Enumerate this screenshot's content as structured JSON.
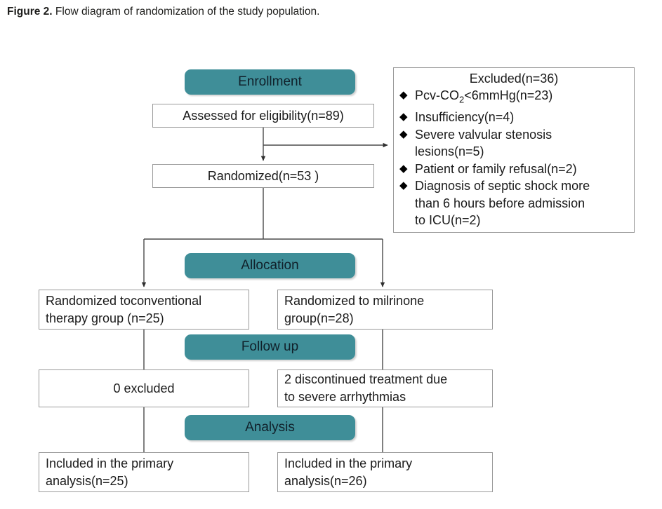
{
  "caption": {
    "label": "Figure 2.",
    "text": " Flow diagram of randomization of the study population."
  },
  "colors": {
    "stage_bar": "#3f8e98",
    "box_border": "#9a9a9a",
    "text": "#1a1a1a",
    "connector": "#404040"
  },
  "stages": [
    {
      "name": "enrollment",
      "label": "Enrollment"
    },
    {
      "name": "allocation",
      "label": "Allocation"
    },
    {
      "name": "follow-up",
      "label": "Follow up"
    },
    {
      "name": "analysis",
      "label": "Analysis"
    }
  ],
  "nodes": {
    "assessed": "Assessed for eligibility(n=89)",
    "randomized": "Randomized(n=53 )",
    "alloc_left": "Randomized toconventional\ntherapy group (n=25)",
    "alloc_right": "Randomized to milrinone\ngroup(n=28)",
    "follow_left": "0 excluded",
    "follow_right": "2 discontinued treatment due\nto severe arrhythmias",
    "analysis_left": "Included in the primary\nanalysis(n=25)",
    "analysis_right": "Included in the primary\nanalysis(n=26)"
  },
  "excluded": {
    "title": "Excluded(n=36)",
    "bullet_glyph": "◆",
    "items": [
      {
        "pre": "Pcv-CO",
        "sub": "2",
        "post": "<6mmHg(n=23)"
      },
      {
        "pre": "Insufficiency(n=4)",
        "sub": "",
        "post": ""
      },
      {
        "pre": "Severe valvular stenosis\nlesions(n=5)",
        "sub": "",
        "post": ""
      },
      {
        "pre": "Patient or family refusal(n=2)",
        "sub": "",
        "post": ""
      },
      {
        "pre": "Diagnosis of septic shock more\nthan 6 hours before admission\nto ICU(n=2)",
        "sub": "",
        "post": ""
      }
    ]
  }
}
